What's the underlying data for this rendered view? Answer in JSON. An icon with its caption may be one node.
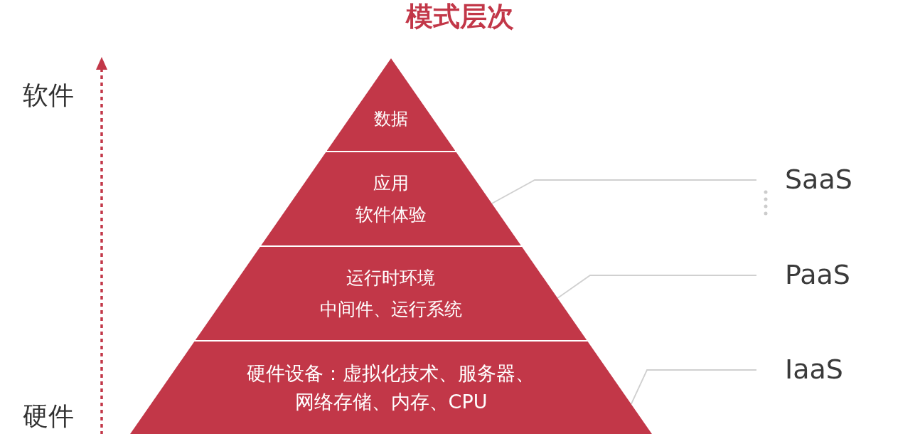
{
  "diagram": {
    "title": "模式层次",
    "nodes": [
      {
        "text": [
          "数据"
        ]
      },
      {
        "text": [
          "应用",
          "软件体验"
        ]
      },
      {
        "text": [
          "运行时环境",
          "中间件、运行系统"
        ]
      },
      {
        "text": [
          "硬件设备：虚拟化技术、服务器、网络存储、内存、CPU"
        ]
      },
      {
        "text": [
          "SaaS"
        ]
      },
      {
        "text": [
          "PaaS"
        ]
      },
      {
        "text": [
          "IaaS"
        ]
      }
    ],
    "edges": [
      {
        "from": 4,
        "to": 1,
        "arrow": "none"
      },
      {
        "from": 5,
        "to": 2,
        "arrow": "none"
      },
      {
        "from": 6,
        "to": 3,
        "arrow": "none"
      }
    ],
    "labels": [
      "软件",
      "硬件"
    ]
  }
}
